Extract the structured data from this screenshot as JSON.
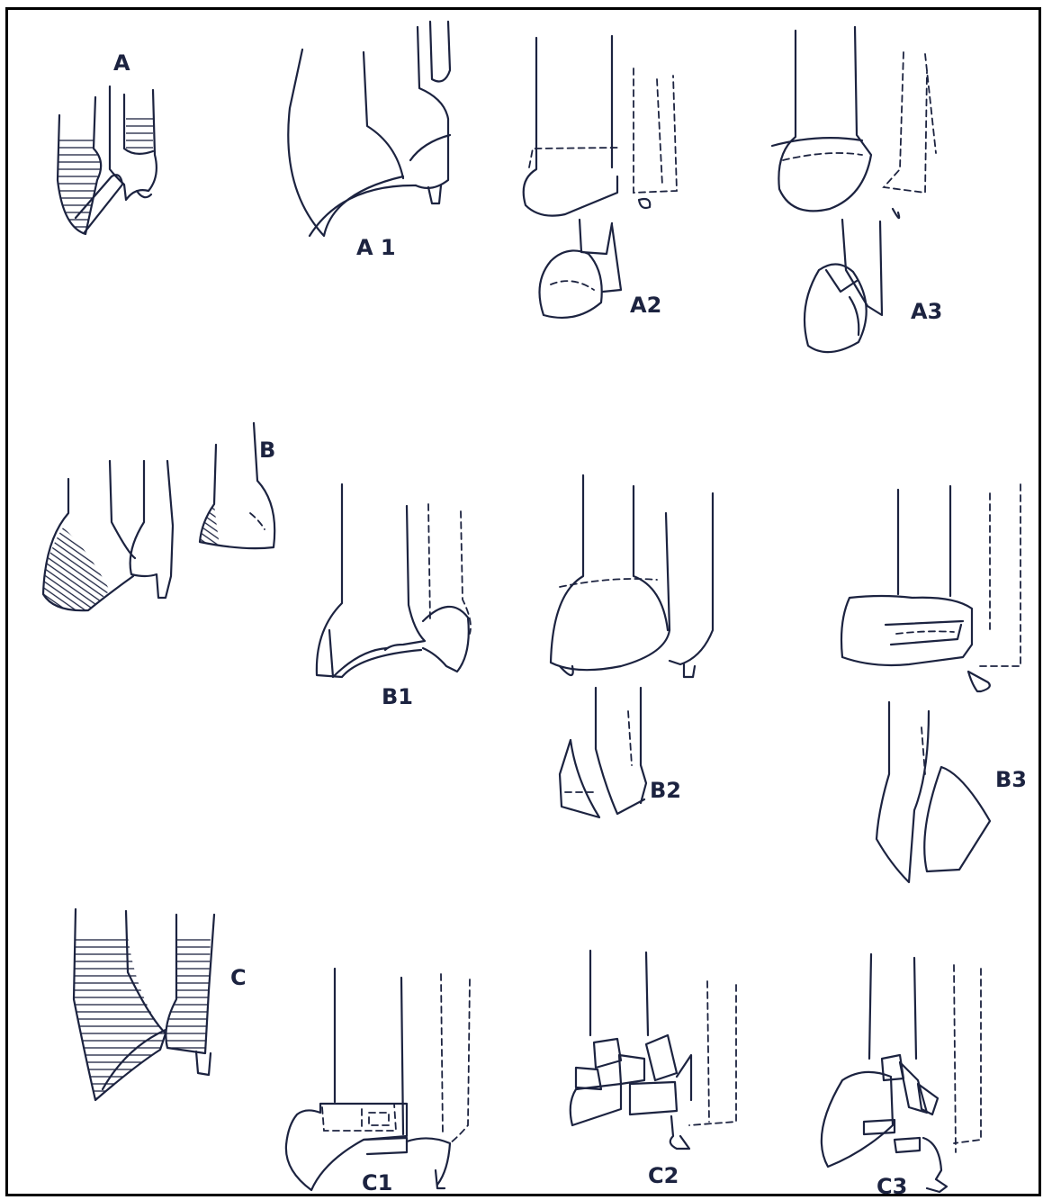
{
  "labels": {
    "A": "A",
    "A1": "A 1",
    "A2": "A2",
    "A3": "A3",
    "B": "B",
    "B1": "B1",
    "B2": "B2",
    "B3": "B3",
    "C": "C",
    "C1": "C1",
    "C2": "C2",
    "C3": "C3"
  },
  "colors": {
    "ink": "#1c2340",
    "frame": "#000000",
    "background": "#ffffff"
  }
}
